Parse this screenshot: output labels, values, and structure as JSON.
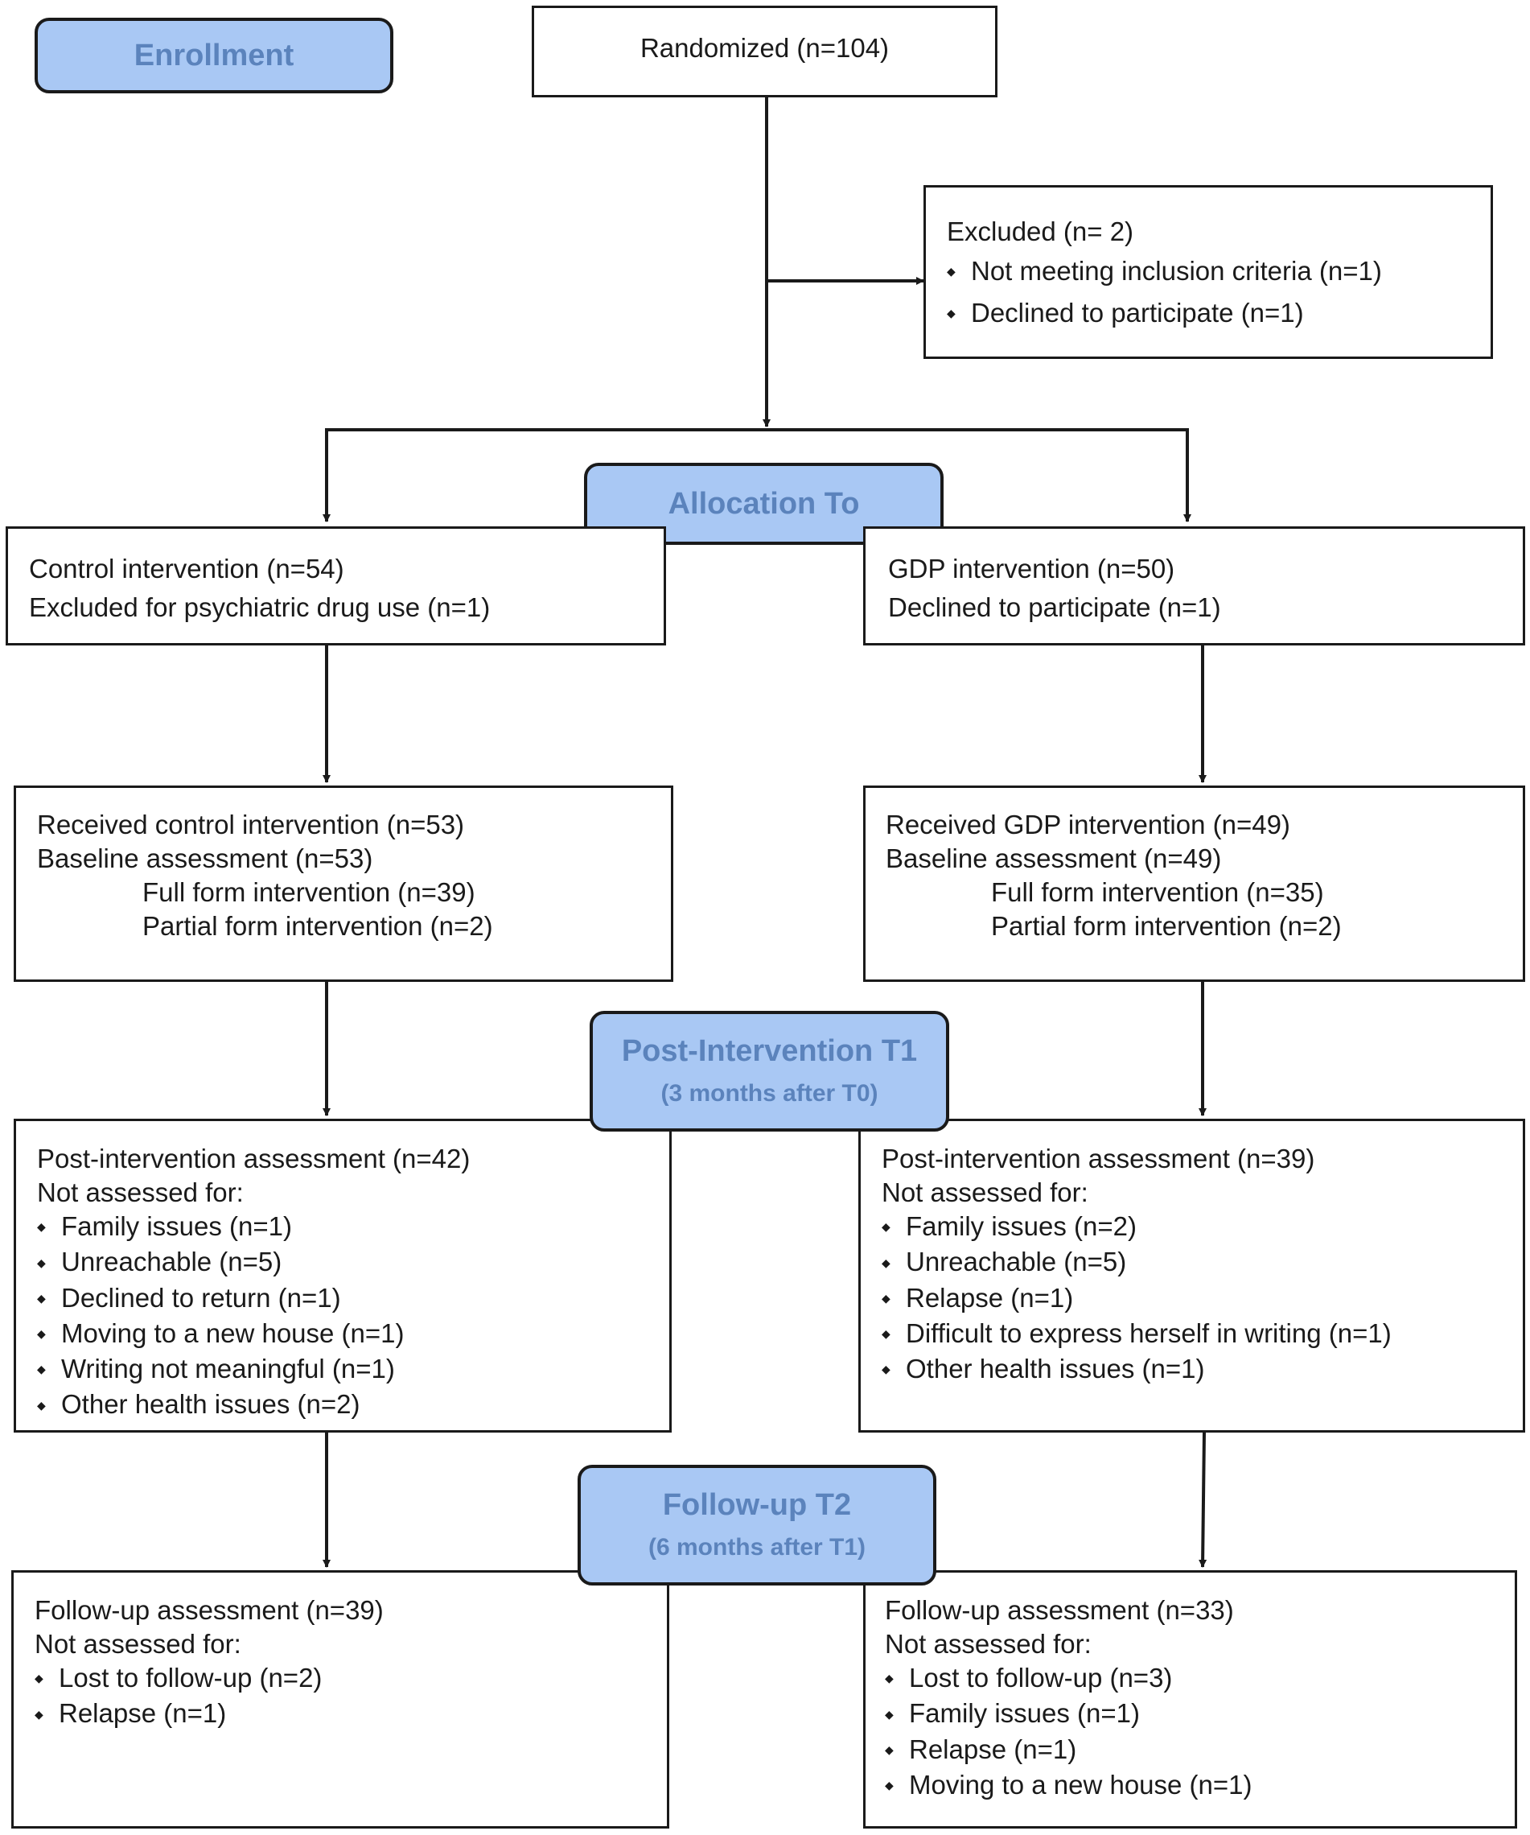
{
  "stages": {
    "enrollment": {
      "title": "Enrollment"
    },
    "allocation": {
      "title": "Allocation To"
    },
    "post_intervention": {
      "title": "Post-Intervention T1",
      "subtitle": "(3 months after T0)"
    },
    "follow_up": {
      "title": "Follow-up T2",
      "subtitle": "(6 months after T1)"
    }
  },
  "randomized": {
    "text": "Randomized (n=104)"
  },
  "excluded": {
    "title": "Excluded (n= 2)",
    "items": [
      "Not meeting inclusion criteria (n=1)",
      "Declined to participate (n=1)"
    ]
  },
  "control": {
    "allocation": {
      "lines": [
        "Control intervention (n=54)",
        "Excluded for psychiatric drug use (n=1)"
      ]
    },
    "received": {
      "lines": [
        "Received control intervention (n=53)",
        "Baseline assessment (n=53)"
      ],
      "sub": [
        "Full form intervention (n=39)",
        "Partial form intervention (n=2)"
      ]
    },
    "post": {
      "lines": [
        "Post-intervention assessment (n=42)",
        "Not assessed for:"
      ],
      "items": [
        "Family issues (n=1)",
        "Unreachable (n=5)",
        "Declined to return (n=1)",
        "Moving to a new house (n=1)",
        "Writing not meaningful (n=1)",
        "Other health issues (n=2)"
      ]
    },
    "followup": {
      "lines": [
        "Follow-up assessment (n=39)",
        "Not assessed for:"
      ],
      "items": [
        "Lost to follow-up (n=2)",
        "Relapse (n=1)"
      ]
    }
  },
  "gdp": {
    "allocation": {
      "lines": [
        "GDP intervention (n=50)",
        "Declined to participate (n=1)"
      ]
    },
    "received": {
      "lines": [
        "Received GDP intervention (n=49)",
        "Baseline assessment (n=49)"
      ],
      "sub": [
        "Full form intervention (n=35)",
        "Partial form intervention (n=2)"
      ]
    },
    "post": {
      "lines": [
        "Post-intervention assessment (n=39)",
        "Not assessed for:"
      ],
      "items": [
        "Family issues (n=2)",
        "Unreachable (n=5)",
        "Relapse (n=1)",
        "Difficult to express herself in writing (n=1)",
        "Other health issues (n=1)"
      ]
    },
    "followup": {
      "lines": [
        "Follow-up assessment (n=33)",
        "Not assessed for:"
      ],
      "items": [
        "Lost to follow-up (n=3)",
        "Family issues (n=1)",
        "Relapse (n=1)",
        "Moving to a new house (n=1)"
      ]
    }
  }
}
